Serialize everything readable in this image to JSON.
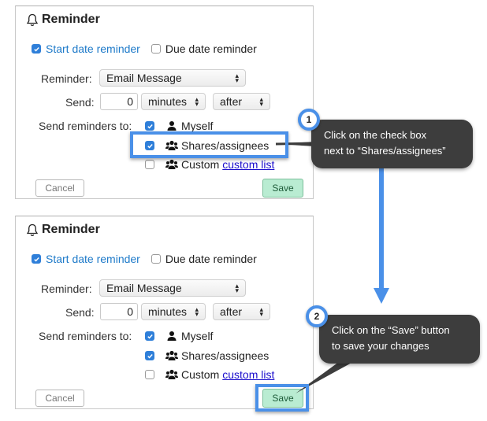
{
  "panels": [
    {
      "title": "Reminder",
      "start_date_label": "Start date reminder",
      "start_date_checked": true,
      "due_date_label": "Due date reminder",
      "due_date_checked": false,
      "reminder_label": "Reminder:",
      "reminder_value": "Email Message",
      "send_label": "Send:",
      "send_amount": "0",
      "send_unit": "minutes",
      "send_relation": "after",
      "send_to_label": "Send reminders to:",
      "recipients": [
        {
          "label": "Myself",
          "checked": true,
          "icon": "user-icon"
        },
        {
          "label": "Shares/assignees",
          "checked": true,
          "icon": "users-icon"
        },
        {
          "label": "Custom",
          "link": "custom list",
          "checked": false,
          "icon": "users-icon"
        }
      ],
      "cancel_label": "Cancel",
      "save_label": "Save"
    },
    {
      "title": "Reminder",
      "start_date_label": "Start date reminder",
      "start_date_checked": true,
      "due_date_label": "Due date reminder",
      "due_date_checked": false,
      "reminder_label": "Reminder:",
      "reminder_value": "Email Message",
      "send_label": "Send:",
      "send_amount": "0",
      "send_unit": "minutes",
      "send_relation": "after",
      "send_to_label": "Send reminders to:",
      "recipients": [
        {
          "label": "Myself",
          "checked": true,
          "icon": "user-icon"
        },
        {
          "label": "Shares/assignees",
          "checked": true,
          "icon": "users-icon"
        },
        {
          "label": "Custom",
          "link": "custom list",
          "checked": false,
          "icon": "users-icon"
        }
      ],
      "cancel_label": "Cancel",
      "save_label": "Save"
    }
  ],
  "callouts": [
    {
      "step": "1",
      "text_line1": "Click on the check box",
      "text_line2": "next to “Shares/assignees”"
    },
    {
      "step": "2",
      "text_line1": "Click on the “Save” button",
      "text_line2": "to save your changes"
    }
  ],
  "colors": {
    "highlight": "#4a90e8",
    "callout_bg": "#3d3d3d",
    "checkbox_checked": "#2f7fd9",
    "save_bg": "#b9ecd2",
    "link": "#1a0dcc",
    "start_label": "#1e7ac9"
  }
}
